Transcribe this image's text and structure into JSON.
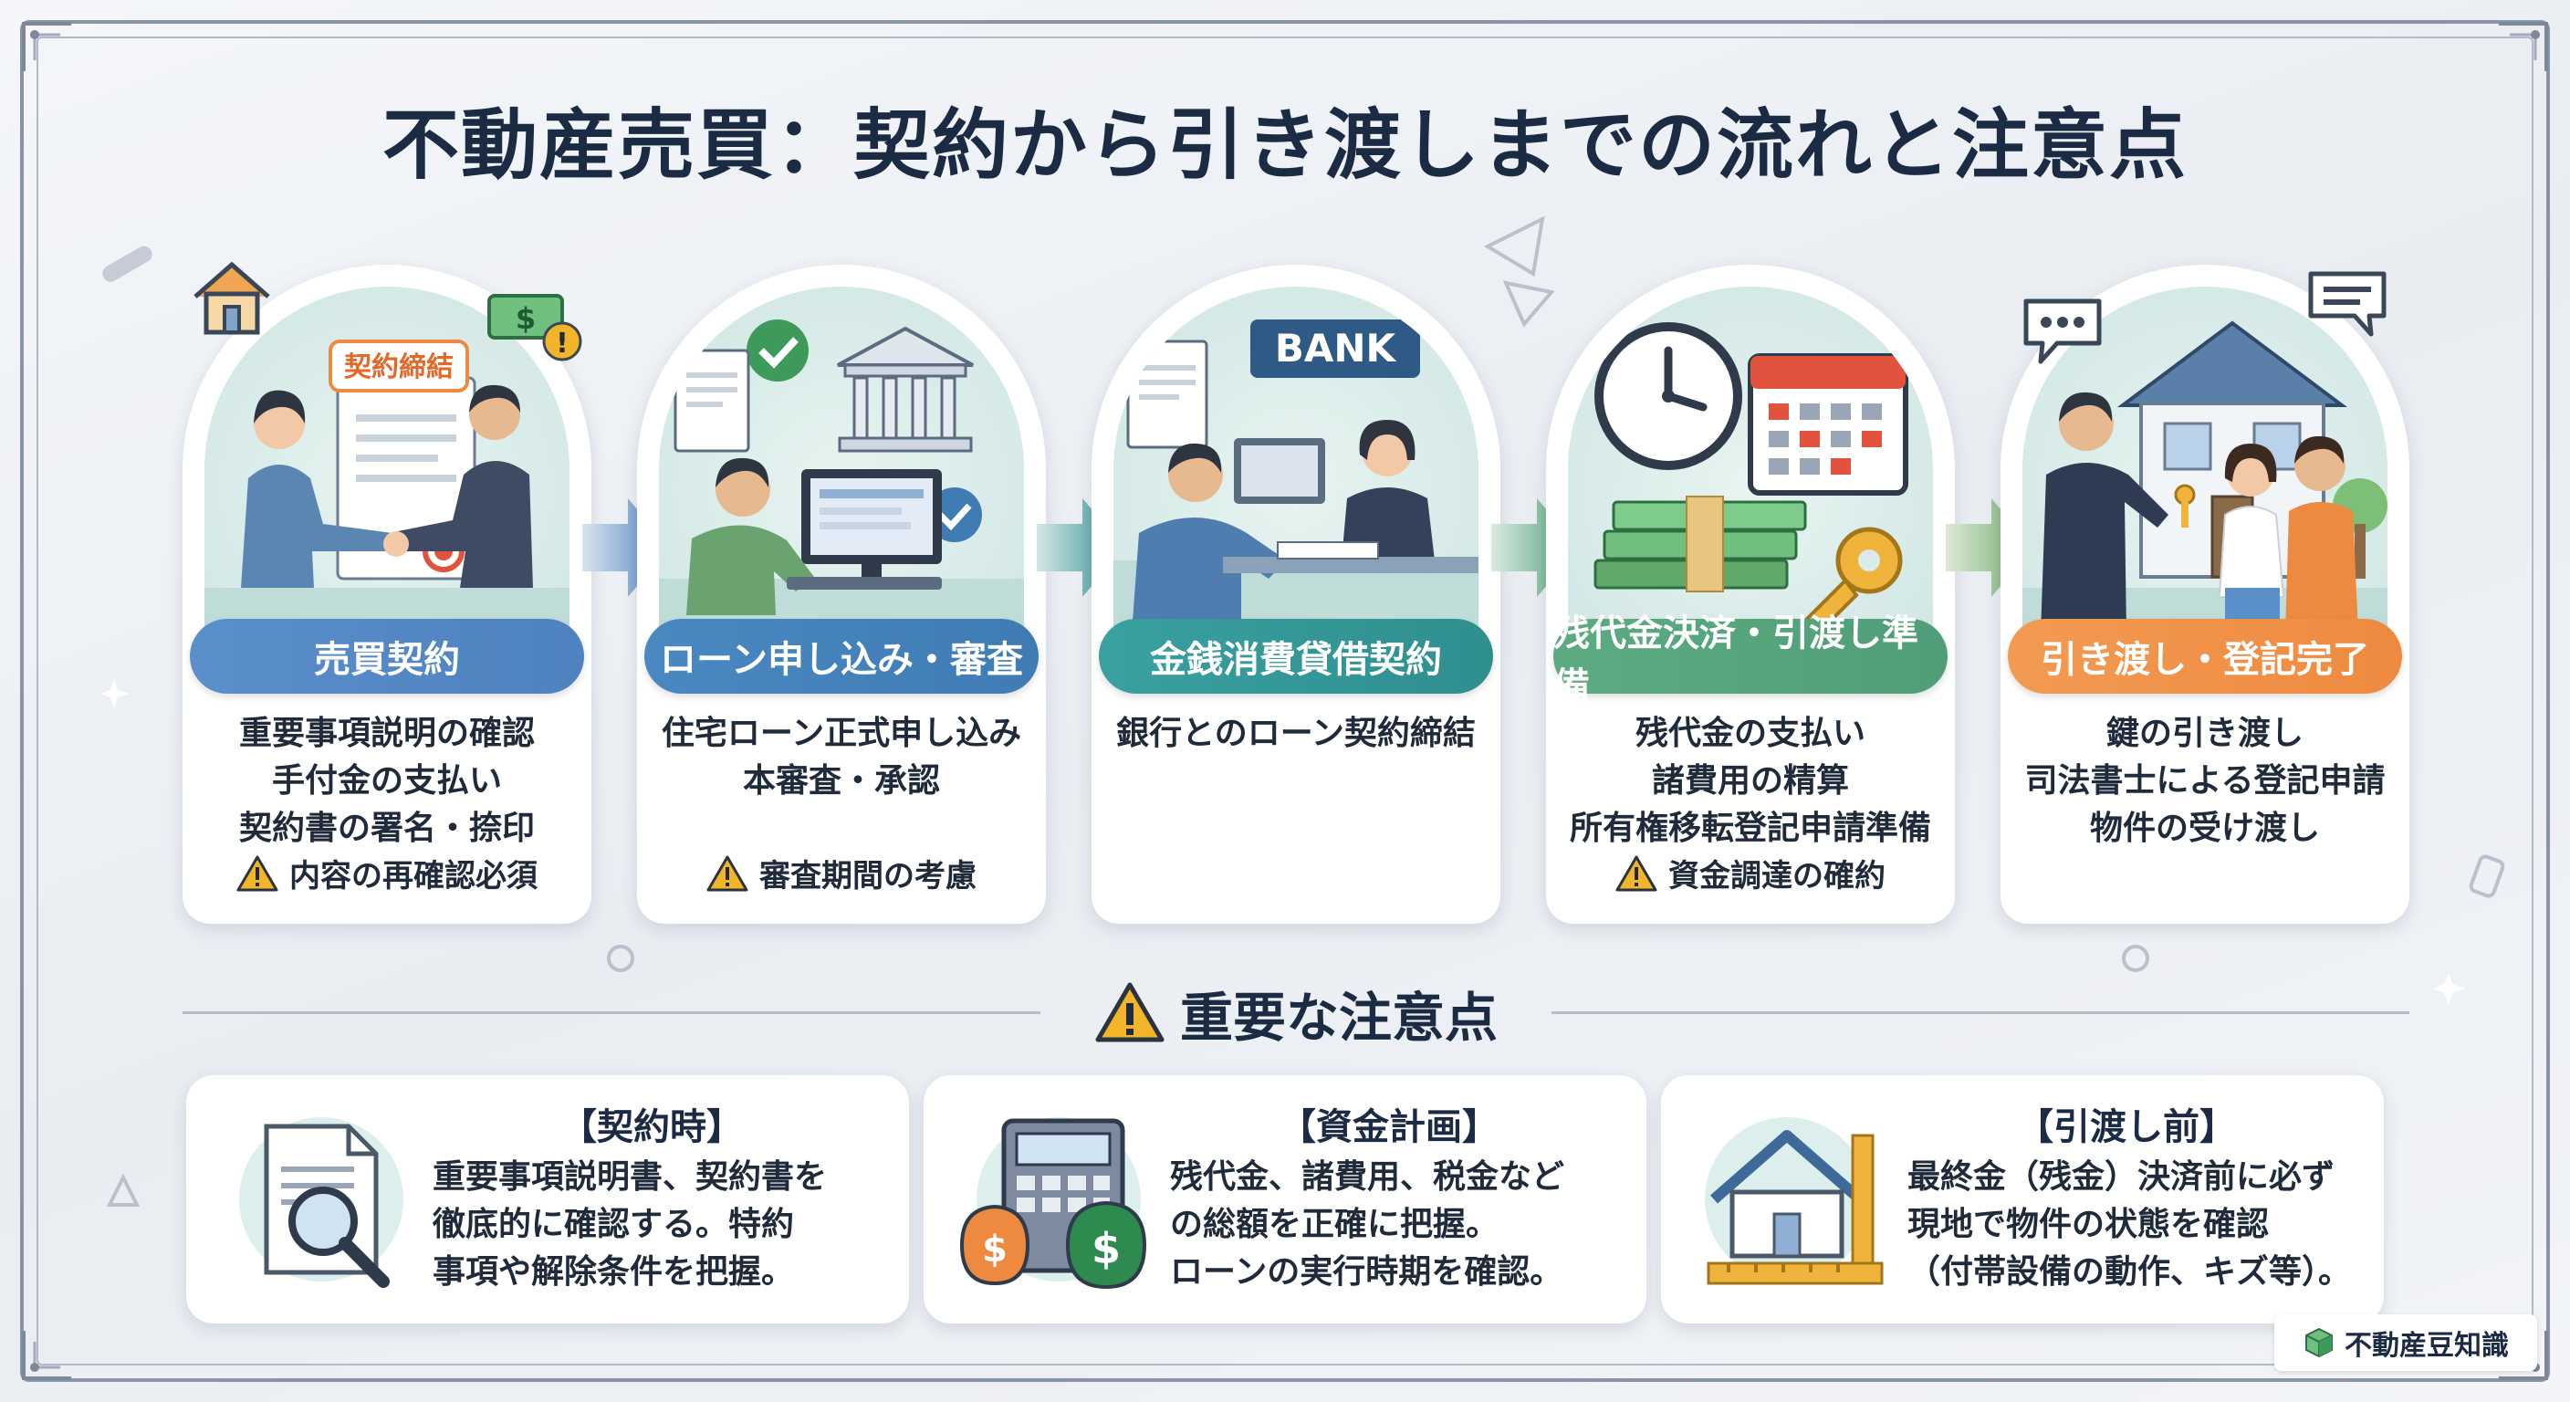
{
  "title": "不動産売買：契約から引き渡しまでの流れと注意点",
  "steps": [
    {
      "label": "売買契約",
      "color": "#4f82c0",
      "doc_tag": "契約締結",
      "items": [
        "重要事項説明の確認",
        "手付金の支払い",
        "契約書の署名・捺印"
      ],
      "note": "内容の再確認必須"
    },
    {
      "label": "ローン申し込み・審査",
      "color": "#3f7cb4",
      "items": [
        "住宅ローン正式申し込み",
        "本審査・承認"
      ],
      "note": "審査期間の考慮"
    },
    {
      "label": "金銭消費貸借契約",
      "color": "#2f8f8e",
      "bank_sign": "BANK",
      "items": [
        "銀行とのローン契約締結"
      ],
      "note": ""
    },
    {
      "label": "残代金決済・引渡し準備",
      "color": "#4f9e77",
      "items": [
        "残代金の支払い",
        "諸費用の精算",
        "所有権移転登記申請準備"
      ],
      "note": "資金調達の確約"
    },
    {
      "label": "引き渡し・登記完了",
      "color": "#ee8a3f",
      "items": [
        "鍵の引き渡し",
        "司法書士による登記申請",
        "物件の受け渡し"
      ],
      "note": ""
    }
  ],
  "section": {
    "heading": "重要な注意点"
  },
  "tips": [
    {
      "title": "【契約時】",
      "icon": "document-magnifier-icon",
      "lines": [
        "重要事項説明書、契約書を",
        "徹底的に確認する。特約",
        "事項や解除条件を把握。"
      ]
    },
    {
      "title": "【資金計画】",
      "icon": "calculator-moneybag-icon",
      "lines": [
        "残代金、諸費用、税金など",
        "の総額を正確に把握。",
        "ローンの実行時期を確認。"
      ]
    },
    {
      "title": "【引渡し前】",
      "icon": "house-ruler-icon",
      "lines": [
        "最終金（残金）決済前に必ず",
        "現地で物件の状態を確認",
        "（付帯設備の動作、キズ等）。"
      ]
    }
  ],
  "badge": {
    "label": "不動産豆知識"
  },
  "colors": {
    "warning": "#f2b52a",
    "title": "#1b2b44",
    "accent_green": "#3d9a5b",
    "dollar": "#2e8b4f"
  }
}
